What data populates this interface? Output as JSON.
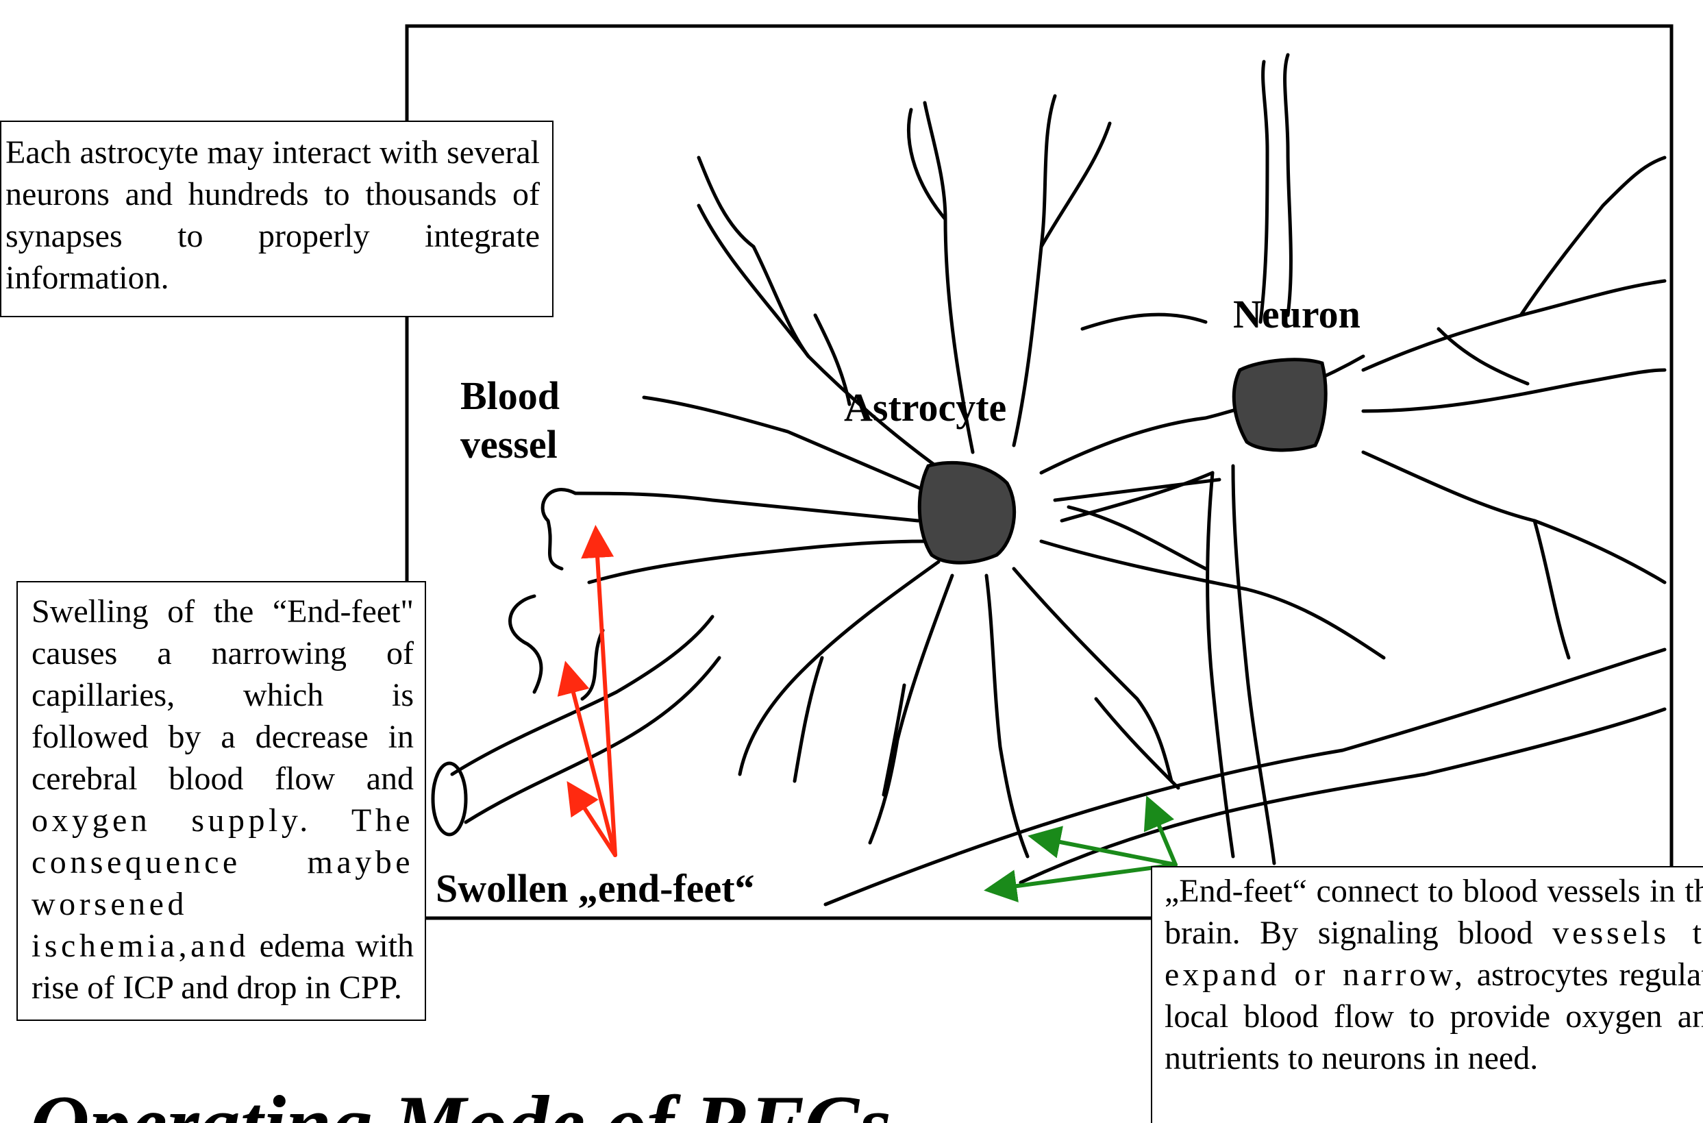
{
  "info_boxes": {
    "top": "Each astrocyte may interact with several neurons and hundreds to thousands of synapses to properly integrate information.",
    "left_line1": "Swelling of the “End-feet\" causes a narrowing of  capillaries, which is followed by a decrease in cerebral blood flow and",
    "left_line2": "oxygen supply. The consequence maybe worsened ischemia,and",
    "left_line3": "edema with rise of ICP and drop in CPP.",
    "right_line1": "„End-feet“ connect to blood vessels in the brain. By signaling blood",
    "right_line2": "vessels to expand or narrow,",
    "right_line3": "astrocytes regulate local blood flow to provide oxygen and nutrients to neurons in need."
  },
  "labels": {
    "blood": "Blood",
    "vessel": "vessel",
    "astrocyte": "Astrocyte",
    "neuron": "Neuron",
    "swollen": "Swollen „end-feet“"
  },
  "footer": {
    "title": "Operating Mode of RFCs"
  },
  "colors": {
    "line": "#000000",
    "nucleus": "#444444",
    "red_arrow": "#ff2a10",
    "green_arrow": "#1a8a1a"
  }
}
